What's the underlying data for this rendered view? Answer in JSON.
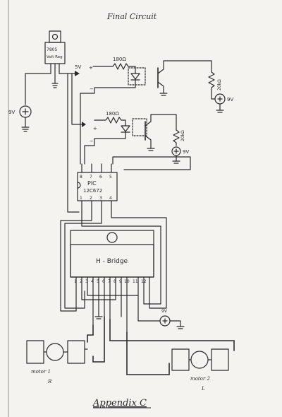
{
  "title": "Final Circuit",
  "appendix": "Appendix C",
  "regulator": {
    "label_line1": "7805",
    "label_line2": "Volt Reg"
  },
  "supply_5v": "5V",
  "battery_left": "9V",
  "battery_right_top": "9V",
  "battery_right_mid": "9V",
  "battery_bottom": "9V",
  "resistor_top": "180Ω",
  "resistor_mid": "180Ω",
  "resistor_right_top": "20kΩ",
  "resistor_right_mid": "20kΩ",
  "polarity_plus": "+",
  "polarity_minus": "−",
  "pic": {
    "name_line1": "PIC",
    "name_line2": "12C672",
    "top_pins": [
      "8",
      "7",
      "6",
      "5"
    ],
    "bottom_pins": [
      "1",
      "2",
      "3",
      "4"
    ]
  },
  "hbridge": {
    "name": "H - Bridge",
    "pins": [
      "1",
      "2",
      "3",
      "4",
      "5",
      "6",
      "7",
      "8",
      "9",
      "10",
      "11",
      "12"
    ]
  },
  "motor1": {
    "name": "motor 1",
    "side": "R"
  },
  "motor2": {
    "name": "motor 2",
    "side": "L"
  }
}
